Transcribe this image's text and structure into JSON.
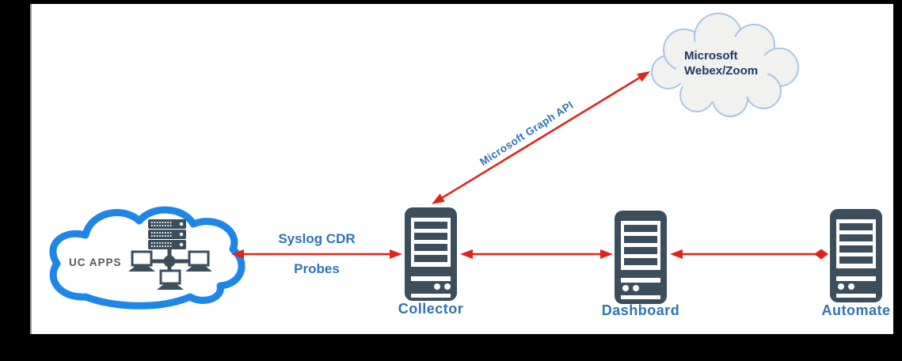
{
  "diagram": {
    "nodes": {
      "uc_apps": {
        "label": "UC APPS"
      },
      "microsoft_cloud": {
        "line1": "Microsoft",
        "line2": "Webex/Zoom"
      },
      "collector": {
        "label": "Collector"
      },
      "dashboard": {
        "label": "Dashboard"
      },
      "automate": {
        "label": "Automate"
      }
    },
    "edges": {
      "syslog_probes": {
        "line1": "Syslog CDR",
        "line2": "Probes"
      },
      "graph_api": {
        "label": "Microsoft Graph API"
      }
    }
  },
  "colors": {
    "frame_black": "#000000",
    "canvas_white": "#ffffff",
    "canvas_edge_gray": "#9b9b9b",
    "arrow_red": "#e0241c",
    "label_blue": "#2e74b5",
    "server_dark": "#3c4e5c",
    "uc_cloud_stroke": "#1e86e8",
    "uc_text_gray": "#595959",
    "webex_fill": "#f1f1ef",
    "webex_stroke": "#a8c6e8",
    "webex_text": "#1f3864"
  }
}
